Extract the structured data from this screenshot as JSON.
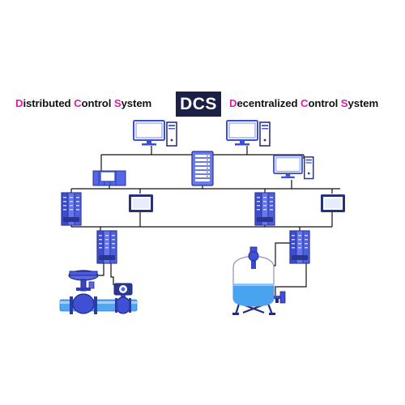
{
  "diagram": {
    "left_title": {
      "letters": [
        "D",
        "C",
        "S"
      ],
      "parts": [
        "istributed ",
        "ontrol ",
        "ystem"
      ]
    },
    "center_label": "DCS",
    "right_title": {
      "letters": [
        "D",
        "C",
        "S"
      ],
      "parts": [
        "ecentralized ",
        "ontrol ",
        "ystem"
      ]
    },
    "colors": {
      "accent": "#e01ea3",
      "label_box": "#1c2046",
      "device_blue": "#4a5fe0",
      "device_dark": "#23306e",
      "line": "#111111",
      "pipe": "#3fa0f0",
      "liquid": "#4aa3ee"
    },
    "icons": [
      "desktop-computer-icon",
      "server-rack-icon",
      "plc-module-icon",
      "hmi-panel-icon",
      "control-valve-icon",
      "flowmeter-icon",
      "tank-icon"
    ]
  }
}
